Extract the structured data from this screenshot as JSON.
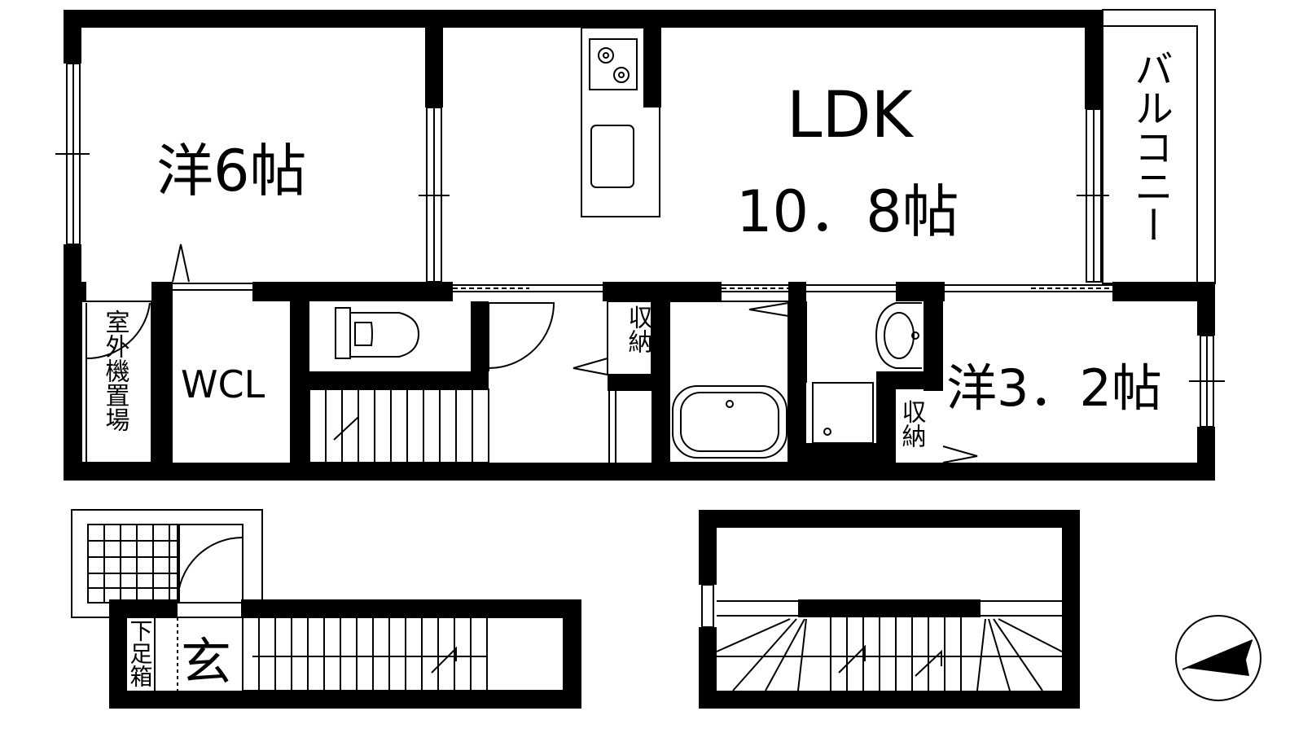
{
  "floorplan": {
    "rooms": {
      "western_6": "洋6帖",
      "ldk_name": "LDK",
      "ldk_size": "10．8帖",
      "balcony": "バルコニー",
      "wcl": "WCL",
      "outdoor_unit": "室外機置場",
      "storage_1": "収納",
      "storage_2": "収納",
      "western_3_2": "洋3．2帖",
      "entrance": "玄",
      "shoe_box": "下足箱"
    },
    "colors": {
      "wall": "#000000",
      "line": "#000000",
      "background": "#ffffff"
    }
  }
}
